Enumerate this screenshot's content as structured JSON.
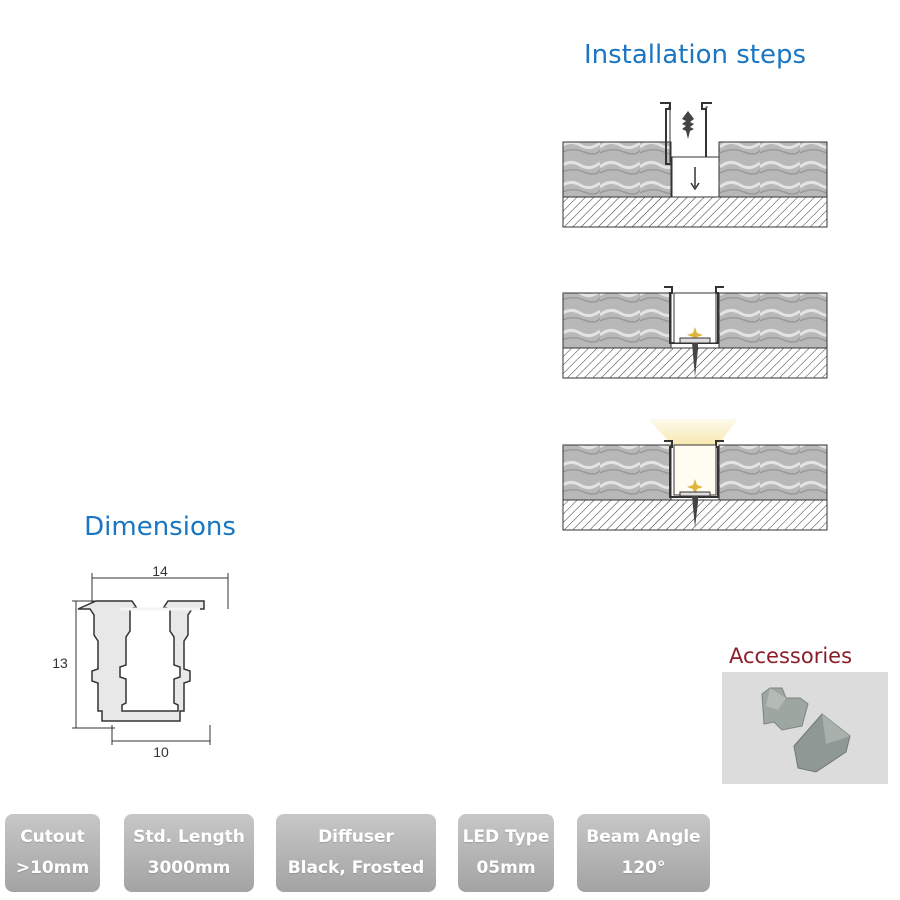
{
  "sections": {
    "installation_title": "Installation steps",
    "dimensions_title": "Dimensions",
    "accessories_title": "Accessories"
  },
  "dimensions": {
    "width_top": "14",
    "height": "13",
    "width_bottom": "10"
  },
  "specs": [
    {
      "label": "Cutout",
      "value": ">10mm"
    },
    {
      "label": "Std. Length",
      "value": "3000mm"
    },
    {
      "label": "Diffuser",
      "value": "Black, Frosted"
    },
    {
      "label": "LED Type",
      "value": "05mm"
    },
    {
      "label": "Beam Angle",
      "value": "120°"
    }
  ],
  "colors": {
    "heading_blue": "#1a76c2",
    "accessories_red": "#8b1e2b",
    "badge_gray": "#b4b4b4",
    "stone_gray": "#b5b5b5",
    "led_glow": "#f7e6a6"
  }
}
